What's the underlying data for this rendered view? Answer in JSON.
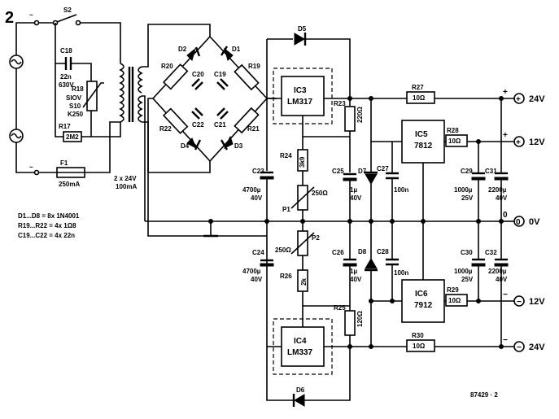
{
  "figure_number": "2",
  "figure_ref": "87429 · 2",
  "notes": [
    "D1...D8 = 8x 1N4001",
    "R19...R22 = 4x 1Ω8",
    "C19...C22 = 4x 22n"
  ],
  "transformer": {
    "label": "2 x 24V",
    "current": "100mA"
  },
  "switch": {
    "ref": "S2"
  },
  "fuse": {
    "ref": "F1",
    "value": "250mA"
  },
  "c18": {
    "ref": "C18",
    "value": "22n",
    "voltage": "630V"
  },
  "r17": {
    "ref": "R17",
    "value": "2M2"
  },
  "r18": {
    "ref": "R18",
    "lines": [
      "SIOV",
      "S10",
      "K250"
    ]
  },
  "bridge": {
    "diodes": [
      "D1",
      "D2",
      "D3",
      "D4"
    ],
    "resistors": [
      "R19",
      "R20",
      "R21",
      "R22"
    ],
    "caps": [
      "C19",
      "C20",
      "C21",
      "C22"
    ]
  },
  "ic3": {
    "ref": "IC3",
    "type": "LM317"
  },
  "ic4": {
    "ref": "IC4",
    "type": "LM337"
  },
  "ic5": {
    "ref": "IC5",
    "type": "7812"
  },
  "ic6": {
    "ref": "IC6",
    "type": "7912"
  },
  "d5": "D5",
  "d6": "D6",
  "d7": "D7",
  "d8": "D8",
  "r23": {
    "ref": "R23",
    "value": "220Ω"
  },
  "r24": {
    "ref": "R24",
    "value": "3k9"
  },
  "r25": {
    "ref": "R25",
    "value": "120Ω"
  },
  "r26": {
    "ref": "R26",
    "value": "2k"
  },
  "r27": {
    "ref": "R27",
    "value": "10Ω"
  },
  "r28": {
    "ref": "R28",
    "value": "10Ω"
  },
  "r29": {
    "ref": "R29",
    "value": "10Ω"
  },
  "r30": {
    "ref": "R30",
    "value": "10Ω"
  },
  "p1": {
    "ref": "P1",
    "value": "250Ω"
  },
  "p2": {
    "ref": "P2",
    "value": "250Ω"
  },
  "c23": {
    "ref": "C23",
    "value": "4700µ",
    "voltage": "40V"
  },
  "c24": {
    "ref": "C24",
    "value": "4700µ",
    "voltage": "40V"
  },
  "c25": {
    "ref": "C25",
    "value": "1µ",
    "voltage": "40V"
  },
  "c26": {
    "ref": "C26",
    "value": "1µ",
    "voltage": "40V"
  },
  "c27": {
    "ref": "C27",
    "value": "100n"
  },
  "c28": {
    "ref": "C28",
    "value": "100n"
  },
  "c29": {
    "ref": "C29",
    "value": "1000µ",
    "voltage": "25V"
  },
  "c30": {
    "ref": "C30",
    "value": "1000µ",
    "voltage": "25V"
  },
  "c31": {
    "ref": "C31",
    "value": "2200µ",
    "voltage": "40V"
  },
  "c32": {
    "ref": "C32",
    "value": "2200µ",
    "voltage": "40V"
  },
  "outputs": [
    {
      "label": "24V",
      "sign": "+"
    },
    {
      "label": "12V",
      "sign": "+"
    },
    {
      "label": "0V",
      "sign": "0"
    },
    {
      "label": "12V",
      "sign": "−"
    },
    {
      "label": "24V",
      "sign": "−"
    }
  ]
}
